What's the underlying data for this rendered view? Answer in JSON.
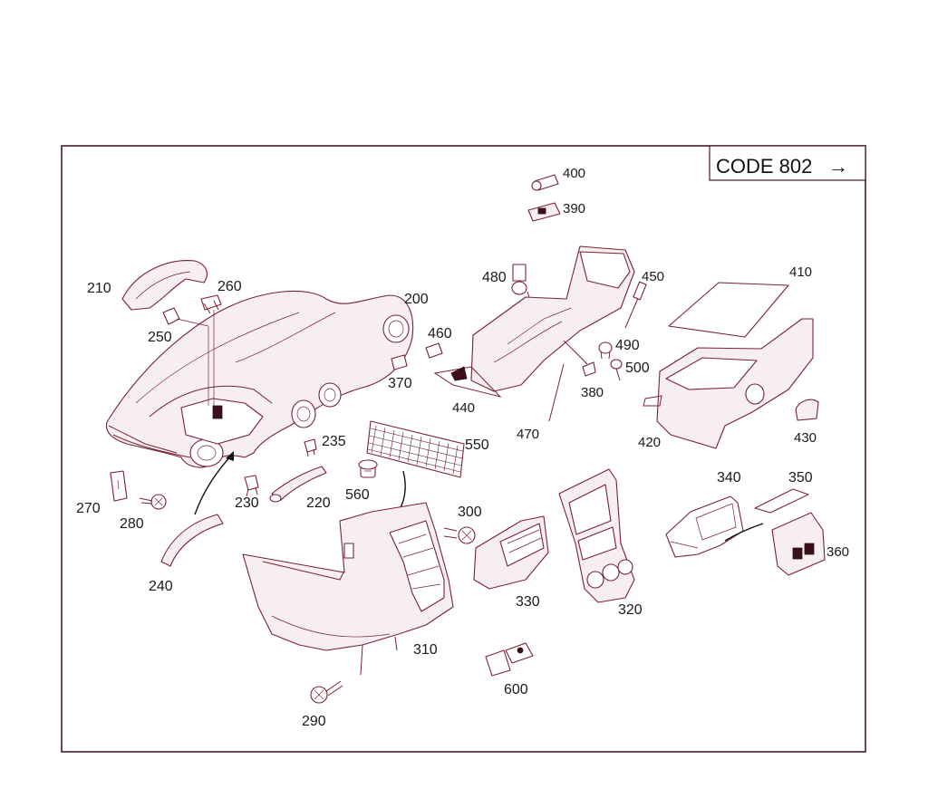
{
  "code_label": "CODE 802",
  "code_arrow": "→",
  "colors": {
    "line": "#7a2233",
    "frame": "#4a1a24",
    "fill": "#f6eef0"
  },
  "callouts": [
    {
      "id": "c200",
      "text": "200"
    },
    {
      "id": "c210",
      "text": "210"
    },
    {
      "id": "c220",
      "text": "220"
    },
    {
      "id": "c230",
      "text": "230"
    },
    {
      "id": "c235",
      "text": "235"
    },
    {
      "id": "c240",
      "text": "240"
    },
    {
      "id": "c250",
      "text": "250"
    },
    {
      "id": "c260",
      "text": "260"
    },
    {
      "id": "c270",
      "text": "270"
    },
    {
      "id": "c280",
      "text": "280"
    },
    {
      "id": "c290",
      "text": "290"
    },
    {
      "id": "c300",
      "text": "300"
    },
    {
      "id": "c310",
      "text": "310"
    },
    {
      "id": "c320",
      "text": "320"
    },
    {
      "id": "c330",
      "text": "330"
    },
    {
      "id": "c340",
      "text": "340"
    },
    {
      "id": "c350",
      "text": "350"
    },
    {
      "id": "c360",
      "text": "360"
    },
    {
      "id": "c370",
      "text": "370"
    },
    {
      "id": "c380",
      "text": "380"
    },
    {
      "id": "c390",
      "text": "390"
    },
    {
      "id": "c400",
      "text": "400"
    },
    {
      "id": "c410",
      "text": "410"
    },
    {
      "id": "c420",
      "text": "420"
    },
    {
      "id": "c430",
      "text": "430"
    },
    {
      "id": "c440",
      "text": "440"
    },
    {
      "id": "c450",
      "text": "450"
    },
    {
      "id": "c460",
      "text": "460"
    },
    {
      "id": "c470",
      "text": "470"
    },
    {
      "id": "c480",
      "text": "480"
    },
    {
      "id": "c490",
      "text": "490"
    },
    {
      "id": "c500",
      "text": "500"
    },
    {
      "id": "c550",
      "text": "550"
    },
    {
      "id": "c560",
      "text": "560"
    },
    {
      "id": "c600",
      "text": "600"
    }
  ]
}
